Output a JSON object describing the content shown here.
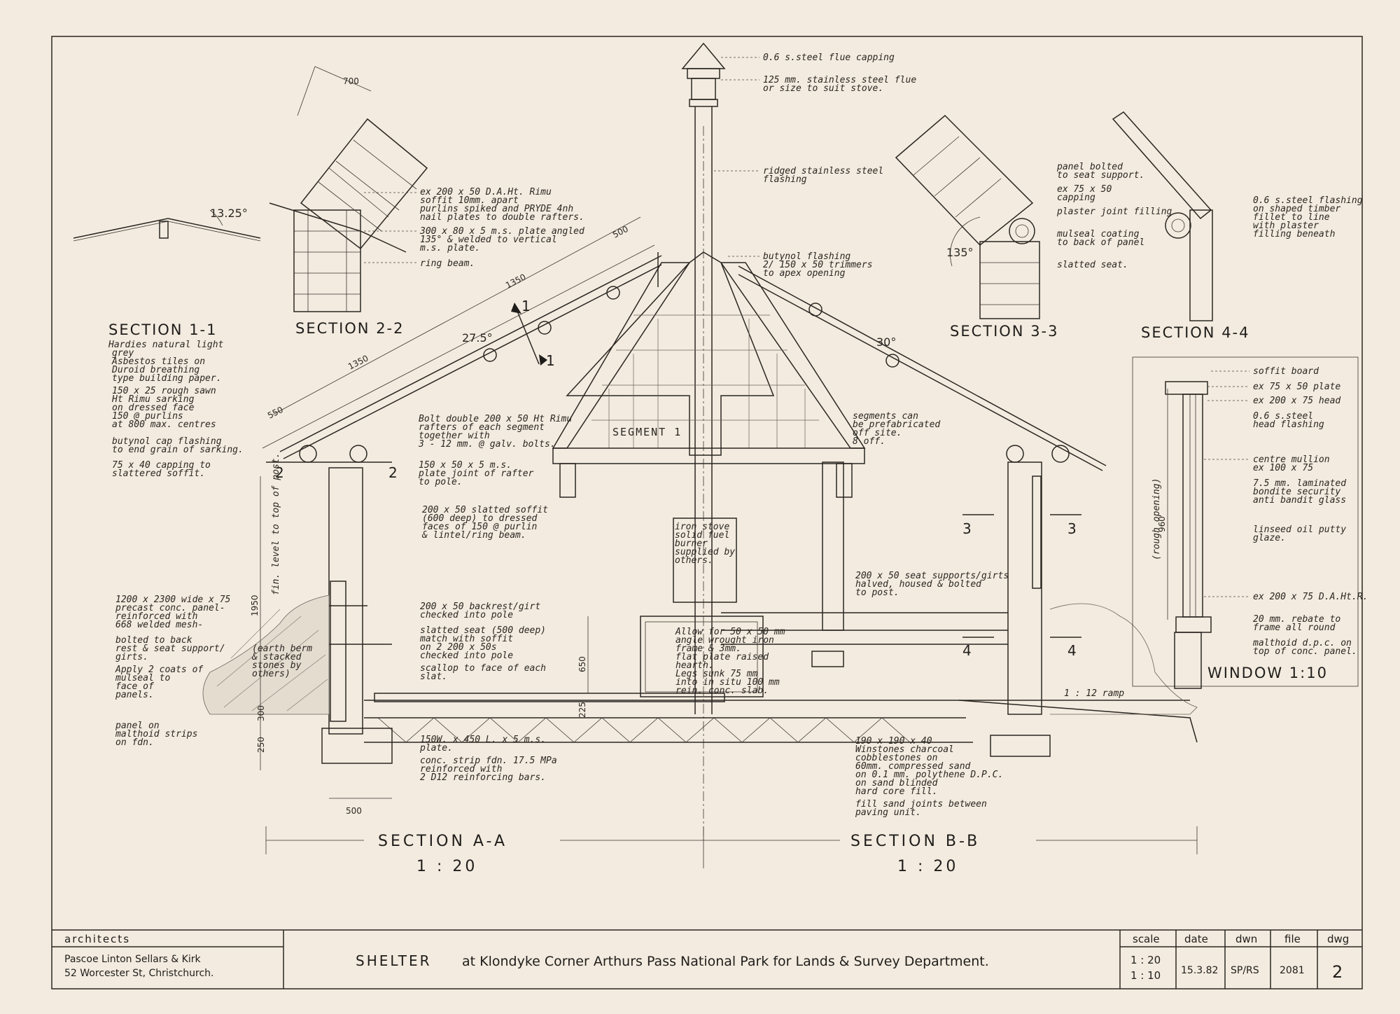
{
  "sections": {
    "s11": {
      "title": "SECTION 1-1",
      "angle": "13.25°",
      "notes": [
        "Hardies natural light",
        "grey",
        "Asbestos tiles on",
        "Duroid breathing",
        "type building paper.",
        "150 x 25 rough sawn",
        "Ht Rimu sarking",
        "on dressed face",
        "150 @ purlins",
        "at 800 max. centres",
        "butynol cap flashing",
        "to end grain of sarking.",
        "75 x 40 capping to",
        "slattered soffit."
      ]
    },
    "s22": {
      "title": "SECTION 2-2",
      "dim": "700",
      "notes": [
        "ex 200 x 50 D.A.Ht. Rimu",
        "soffit 10mm. apart",
        "purlins spiked and PRYDE 4nh",
        "nail plates to double rafters.",
        "300 x 80 x 5 m.s. plate angled",
        "135° & welded to vertical",
        "m.s. plate.",
        "ring beam."
      ]
    },
    "s33": {
      "title": "SECTION 3-3",
      "angle": "135°",
      "notes": [
        "panel bolted",
        "to seat support.",
        "ex 75 x 50",
        "capping",
        "plaster joint filling",
        "mulseal coating",
        "to back of panel",
        "slatted seat."
      ]
    },
    "s44": {
      "title": "SECTION 4-4",
      "notes": [
        "0.6 s.steel flashing",
        "on shaped timber",
        "fillet to line",
        "with plaster",
        "filling beneath"
      ]
    }
  },
  "flue": {
    "notes": [
      "0.6 s.steel flue capping",
      "125 mm. stainless steel flue",
      "or size to suit stove.",
      "ridged stainless steel",
      "flashing",
      "butynol flashing",
      "2/ 150 x 50 trimmers",
      "to apex opening"
    ]
  },
  "roof": {
    "dims": [
      "1350",
      "500",
      "1350",
      "550"
    ],
    "angle_left": "27.5°",
    "angle_right": "30°",
    "segment_label": "SEGMENT 1",
    "notes": [
      "Bolt double 200 x 50 Ht Rimu",
      "rafters of each segment",
      "together with",
      "3 - 12 mm. @ galv. bolts.",
      "150 x 50 x 5 m.s.",
      "plate joint of rafter",
      "to pole.",
      "200 x 50 slatted soffit",
      "(600 deep) to dressed",
      "faces of 150 @ purlin",
      "& lintel/ring beam.",
      "segments can",
      "be prefabricated",
      "off site.",
      "8 off."
    ]
  },
  "markers": {
    "one": "1",
    "two": "2",
    "three": "3",
    "four": "4"
  },
  "left_notes": [
    "1200 x 2300 wide x 75",
    "precast conc. panel-",
    "reinforced with",
    "668 welded mesh-",
    "bolted to back",
    "rest & seat support/",
    "girts.",
    "Apply 2 coats of",
    "mulseal to",
    "face of",
    "panels.",
    "panel on",
    "malthoid strips",
    "on fdn."
  ],
  "mid_notes": [
    "200 x 50 backrest/girt",
    "checked into pole",
    "slatted seat (500 deep)",
    "match with soffit",
    "on 2 200 x 50s",
    "checked into pole",
    "scallop to face of each",
    "slat.",
    "150W. x 450 L. x 5 m.s.",
    "plate.",
    "conc. strip fdn. 17.5 MPa",
    "reinforced with",
    "2 D12 reinforcing bars."
  ],
  "stove_notes": [
    "iron stove",
    "solid fuel",
    "burner",
    "supplied by",
    "others.",
    "Allow for 50 x 50 mm",
    "angle wrought iron",
    "frame & 3mm.",
    "flat plate raised",
    "hearth.",
    "Legs sunk 75 mm",
    "into in situ 100 mm",
    "rein. conc. slab."
  ],
  "right_notes": [
    "200 x 50 seat supports/girts",
    "halved, housed & bolted",
    "to post.",
    "190 x 190 x 40",
    "Winstones charcoal",
    "cobblestones on",
    "60mm. compressed sand",
    "on 0.1 mm. polythene D.P.C.",
    "on sand blinded",
    "hard core fill.",
    "fill sand joints between",
    "paving unit.",
    "1 : 12 ramp"
  ],
  "earth_note": [
    "(earth berm",
    "& stacked",
    "stones by",
    "others)"
  ],
  "left_dims": [
    "1950",
    "fin. level to top of post.",
    "300",
    "250",
    "500",
    "650",
    "225"
  ],
  "window": {
    "title": "WINDOW 1:10",
    "dim": "960",
    "dim_note": "(rough opening)",
    "notes": [
      "soffit board",
      "ex 75 x 50 plate",
      "ex 200 x 75 head",
      "0.6 s.steel",
      "head flashing",
      "centre mullion",
      "ex 100 x 75",
      "7.5 mm. laminated",
      "bondite security",
      "anti bandit glass",
      "linseed oil putty",
      "glaze.",
      "ex 200 x 75 D.A.Ht.R.",
      "20 mm. rebate to",
      "frame all round",
      "malthoid d.p.c. on",
      "top of conc. panel."
    ]
  },
  "bottom_titles": {
    "a": "SECTION A-A",
    "a_scale": "1 : 20",
    "b": "SECTION B-B",
    "b_scale": "1 : 20"
  },
  "title_block": {
    "architects_label": "architects",
    "firm": "Pascoe Linton Sellars & Kirk",
    "address": "52 Worcester St, Christchurch.",
    "title_shelter": "SHELTER",
    "title_rest": "at Klondyke Corner Arthurs Pass National Park for Lands & Survey Department.",
    "scale_label": "scale",
    "scale_1": "1 : 20",
    "scale_2": "1 : 10",
    "date_label": "date",
    "date": "15.3.82",
    "dwn_label": "dwn",
    "dwn": "SP/RS",
    "file_label": "file",
    "file": "2081",
    "dwg_label": "dwg",
    "dwg": "2"
  }
}
